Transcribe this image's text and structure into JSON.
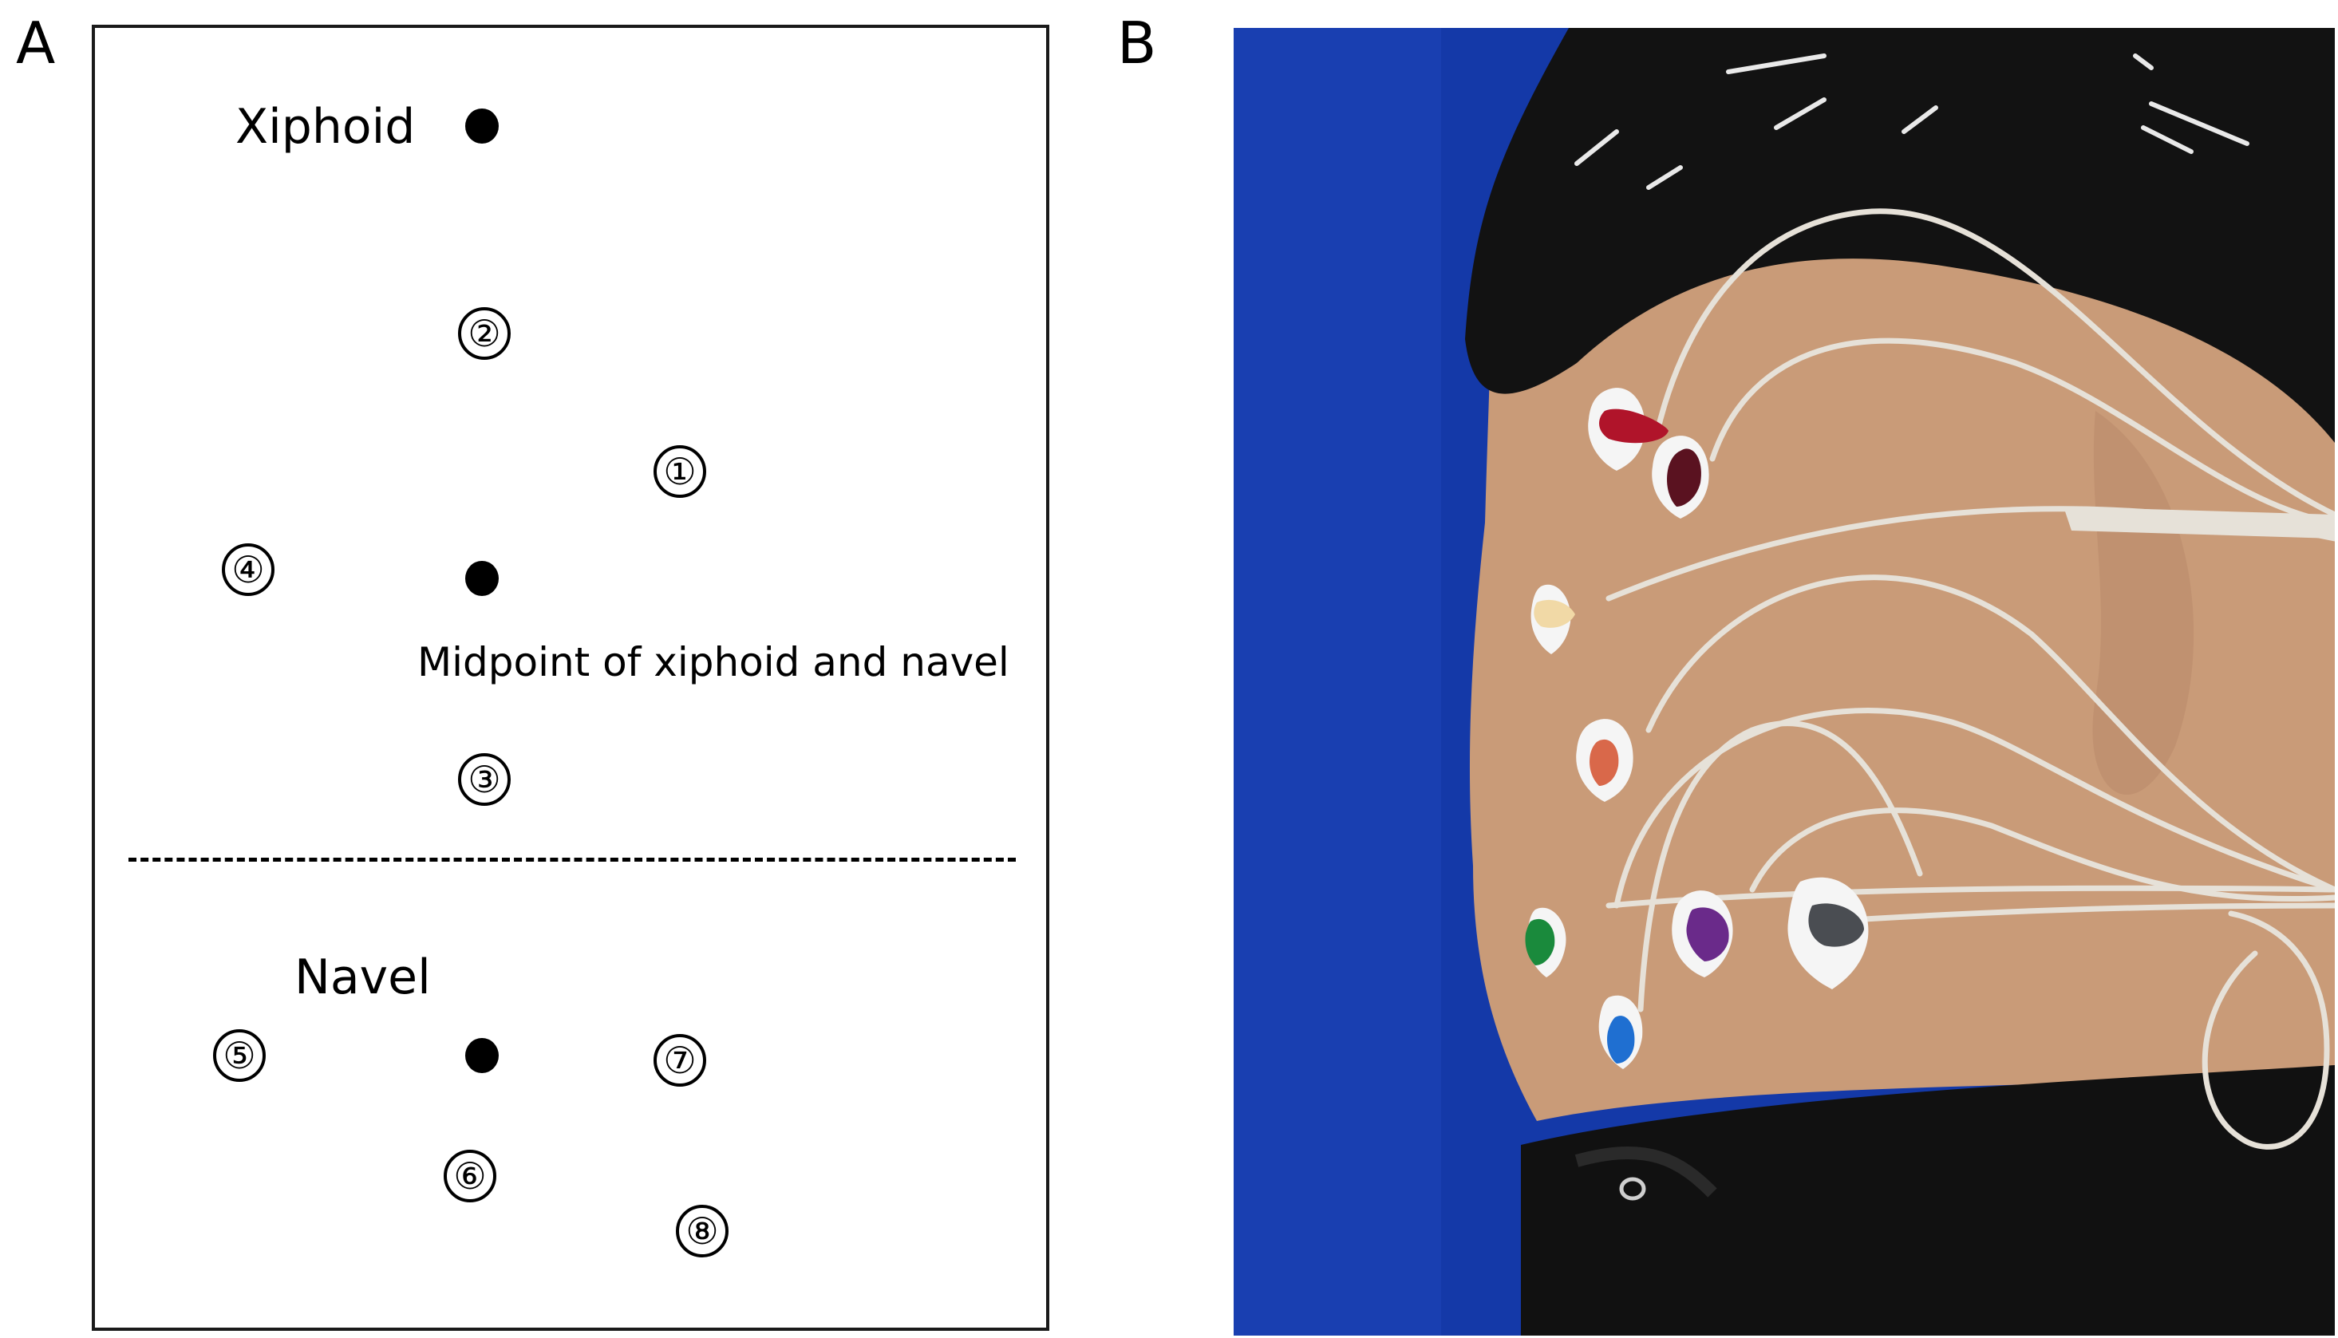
{
  "panels": {
    "a": {
      "label": "A"
    },
    "b": {
      "label": "B"
    }
  },
  "diagram": {
    "landmarks": {
      "xiphoid": "Xiphoid",
      "midpoint": "Midpoint of xiphoid and navel",
      "navel": "Navel"
    },
    "electrodes": [
      "①",
      "②",
      "③",
      "④",
      "⑤",
      "⑥",
      "⑦",
      "⑧"
    ]
  },
  "photo": {
    "background_color": "#1439a8",
    "skin_color": "#c99b78",
    "shirt_color": "#121212",
    "electrode_lead_colors": [
      "#b0142a",
      "#5a1220",
      "#f1d9a6",
      "#d9684a",
      "#1a8a3c",
      "#1f6fd1",
      "#6a2a8a",
      "#4a4d52"
    ]
  }
}
